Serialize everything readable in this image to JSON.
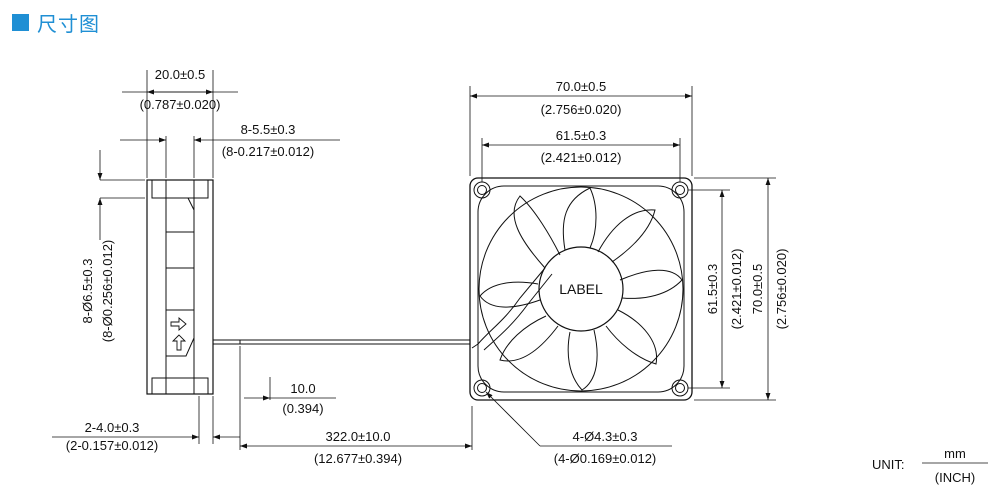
{
  "header": {
    "title": "尺寸图",
    "accent_color": "#1f8fd4"
  },
  "side_view": {
    "width": "20.0±0.5",
    "width_inch": "(0.787±0.020)",
    "flange": "8-5.5±0.3",
    "flange_inch": "(8-0.217±0.012)",
    "holes": "8-Ø6.5±0.3",
    "holes_inch": "(8-Ø0.256±0.012)",
    "rib": "2-4.0±0.3",
    "rib_inch": "(2-0.157±0.012)"
  },
  "cable": {
    "strip": "10.0",
    "strip_inch": "(0.394)",
    "length": "322.0±10.0",
    "length_inch": "(12.677±0.394)"
  },
  "front_view": {
    "width": "70.0±0.5",
    "width_inch": "(2.756±0.020)",
    "hole_pitch": "61.5±0.3",
    "hole_pitch_inch": "(2.421±0.012)",
    "height_pitch": "61.5±0.3",
    "height_pitch_inch": "(2.421±0.012)",
    "height": "70.0±0.5",
    "height_inch": "(2.756±0.020)",
    "mount_holes": "4-Ø4.3±0.3",
    "mount_holes_inch": "(4-Ø0.169±0.012)",
    "hub_label": "LABEL"
  },
  "units": {
    "prefix": "UNIT:",
    "primary": "mm",
    "secondary": "(INCH)"
  }
}
